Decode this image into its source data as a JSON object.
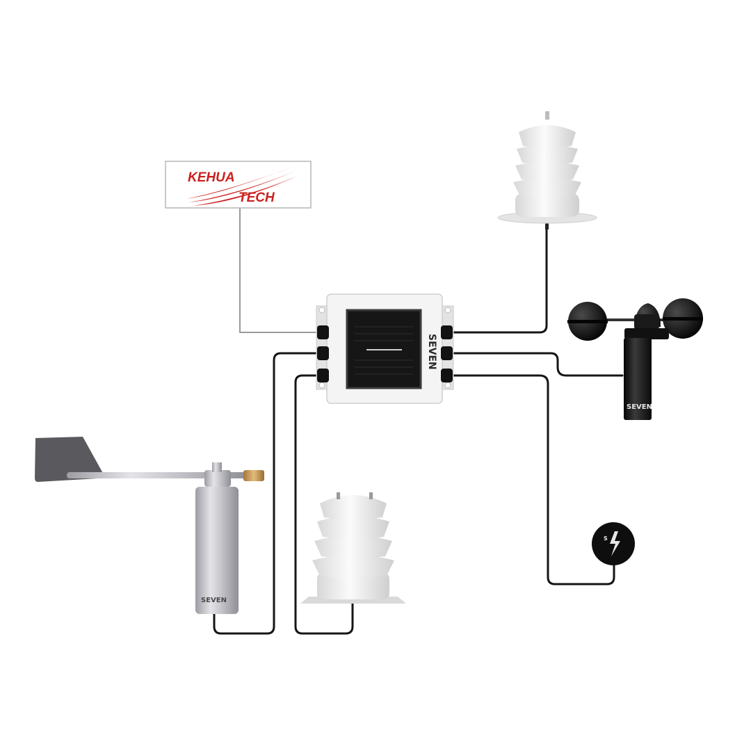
{
  "logo": {
    "line1": "KEHUA",
    "line2": "TECH",
    "color": "#cc1f1f"
  },
  "brand": {
    "name": "SEVEN",
    "stamp_prefix": "S",
    "stamp_text": "EVEN"
  },
  "colors": {
    "cable": "#151515",
    "logo_link": "#9a9a9a",
    "housing": "#f2f2f2",
    "shield": "#e9e9e9",
    "aluminum": "#b9b9bf",
    "dark": "#1b1b1b",
    "brass": "#c99a55"
  },
  "devices": [
    {
      "id": "data-logger",
      "icon": "logger-box-icon"
    },
    {
      "id": "shield-top",
      "icon": "radiation-shield-icon"
    },
    {
      "id": "anemometer",
      "icon": "cup-anemometer-icon"
    },
    {
      "id": "wind-vane",
      "icon": "wind-vane-icon"
    },
    {
      "id": "shield-bottom",
      "icon": "radiation-shield-icon"
    },
    {
      "id": "lightning-sensor",
      "icon": "lightning-icon"
    }
  ]
}
